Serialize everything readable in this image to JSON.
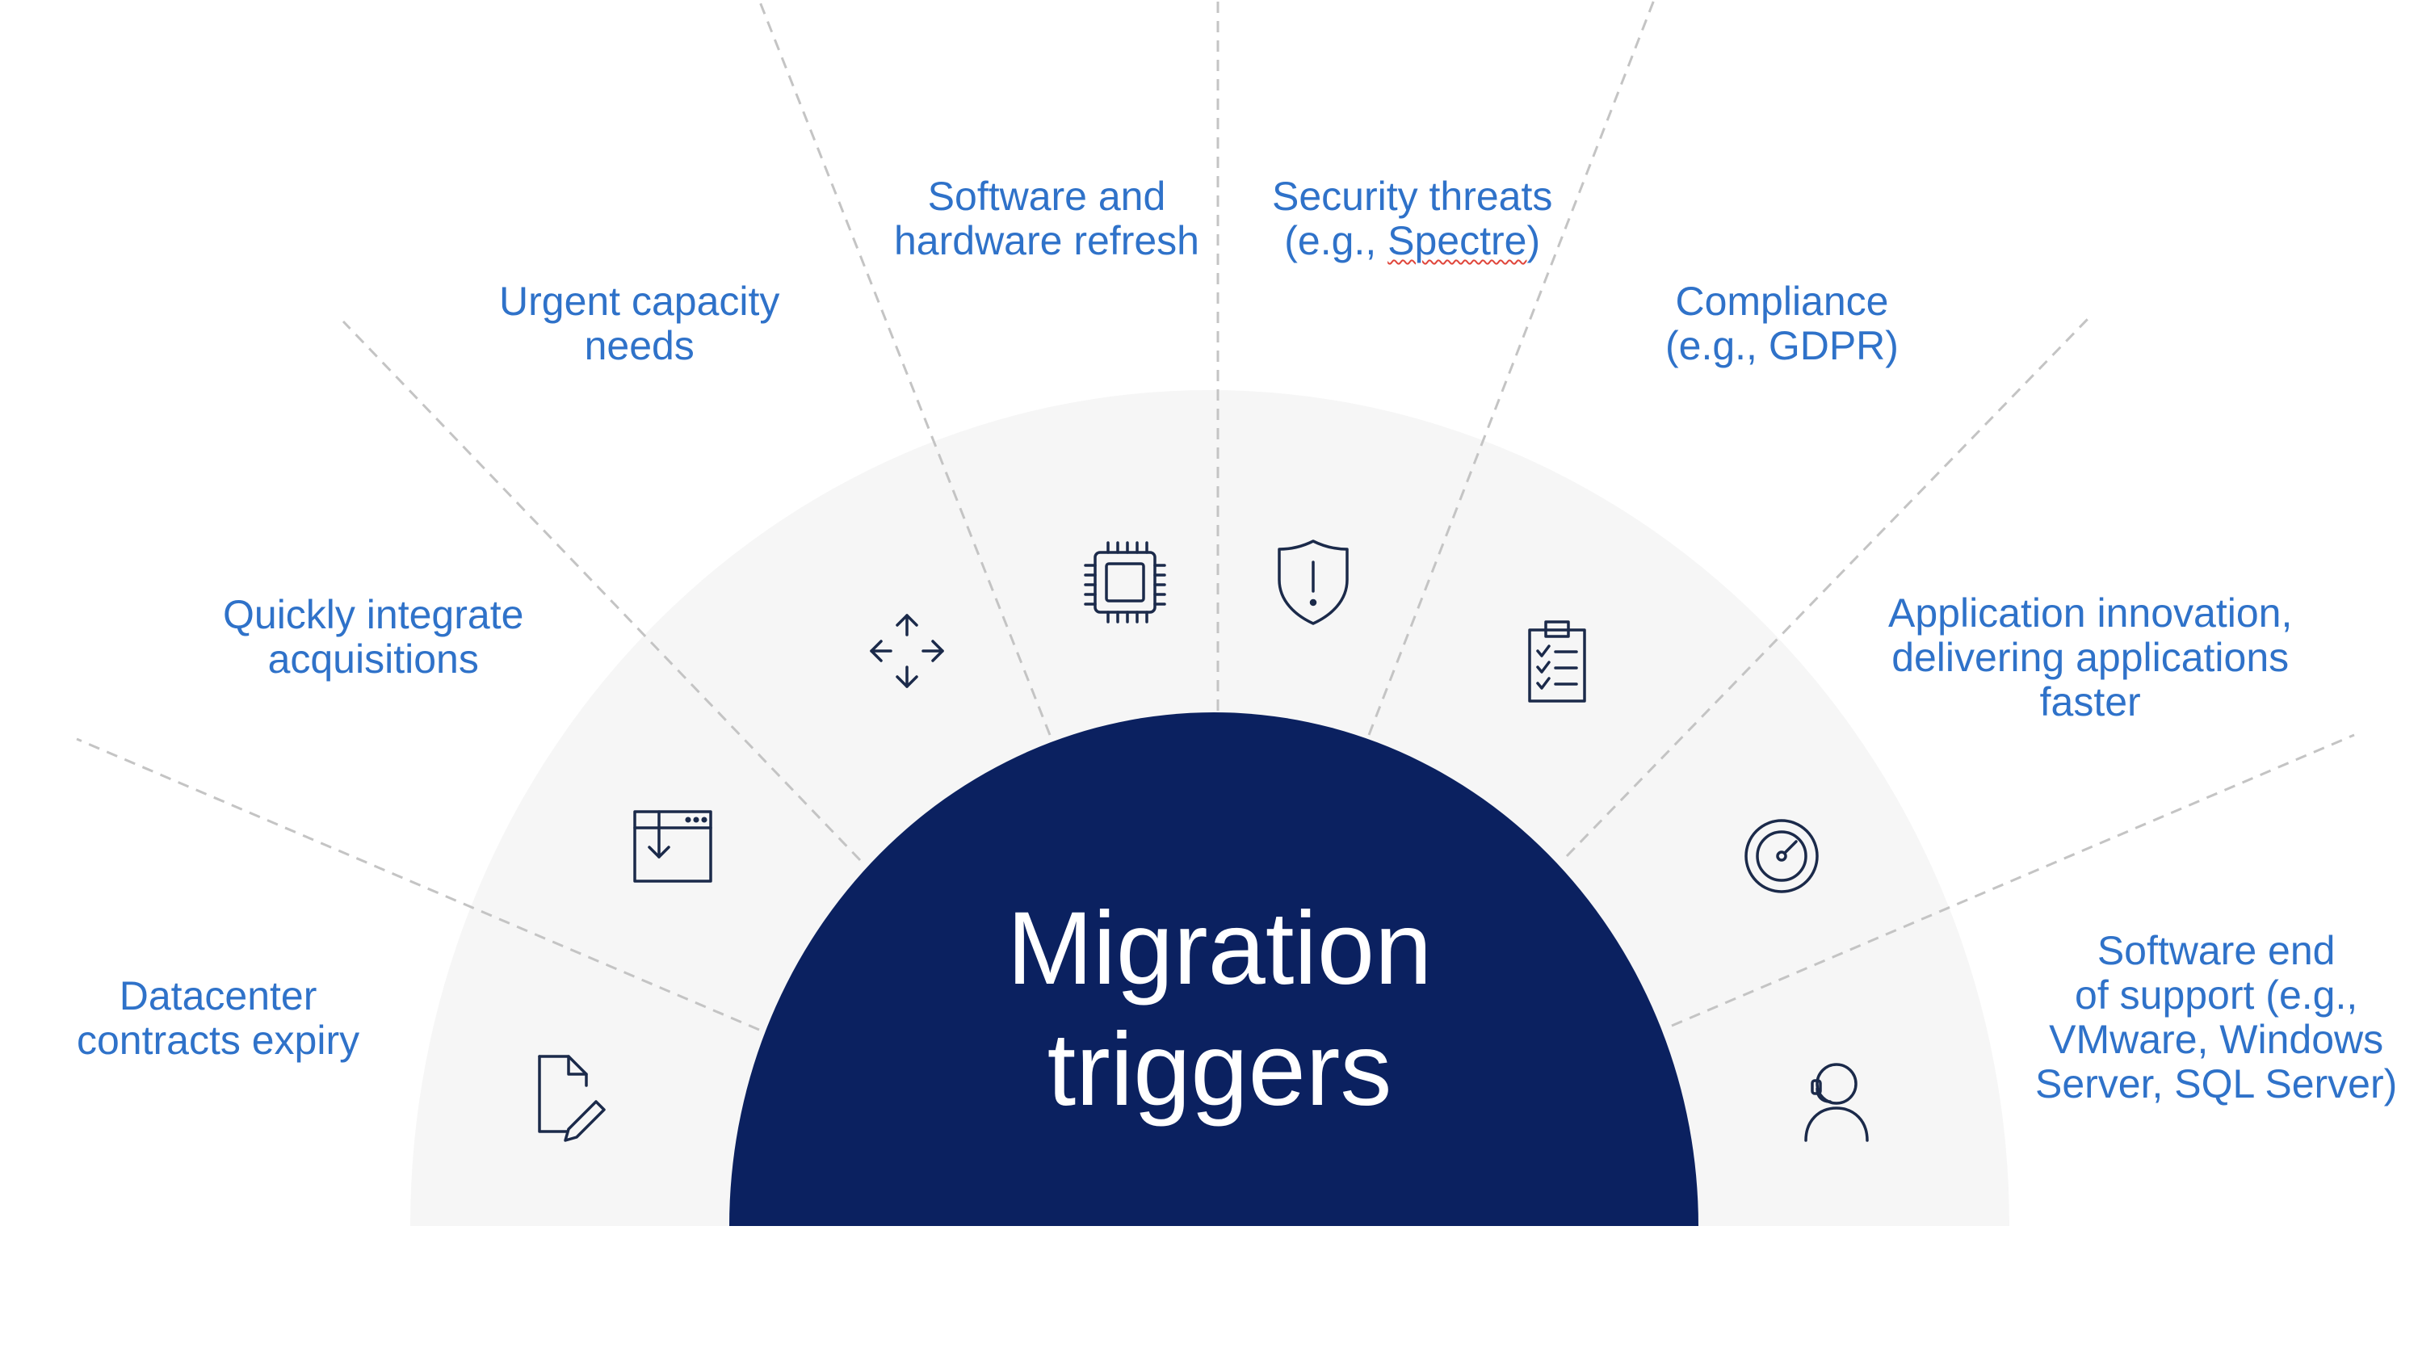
{
  "center": {
    "line1": "Migration",
    "line2": "triggers",
    "color": "#0B2160"
  },
  "ring_color": "#F6F6F6",
  "label_color": "#2F72C9",
  "triggers": [
    {
      "line1": "Datacenter",
      "line2": "contracts expiry",
      "icon": "document-edit-icon"
    },
    {
      "line1": "Quickly integrate",
      "line2": "acquisitions",
      "icon": "browser-download-icon"
    },
    {
      "line1": "Urgent capacity",
      "line2": "needs",
      "icon": "expand-arrows-icon"
    },
    {
      "line1": "Software and",
      "line2": "hardware refresh",
      "icon": "cpu-chip-icon"
    },
    {
      "line1": "Security threats",
      "line2a": "(e.g., ",
      "line2b": "Spectre",
      "line2c": ")",
      "icon": "shield-alert-icon"
    },
    {
      "line1": "Compliance",
      "line2": "(e.g., GDPR)",
      "icon": "clipboard-checklist-icon"
    },
    {
      "line1": "Application innovation,",
      "line2": "delivering applications",
      "line3": "faster",
      "icon": "speedometer-icon"
    },
    {
      "line1": "Software end",
      "line2": "of support (e.g.,",
      "line3": "VMware, Windows",
      "line4": "Server, SQL Server)",
      "icon": "support-agent-icon"
    }
  ]
}
